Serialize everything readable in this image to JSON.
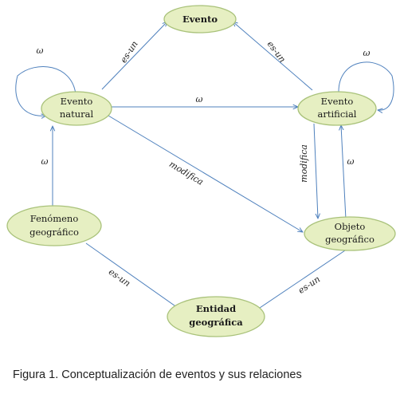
{
  "nodes": {
    "evento": {
      "lines": [
        "Evento"
      ],
      "bold": true
    },
    "evento_natural": {
      "lines": [
        "Evento",
        "natural"
      ],
      "bold": false
    },
    "evento_artificial": {
      "lines": [
        "Evento",
        "artificial"
      ],
      "bold": false
    },
    "fenomeno_geografico": {
      "lines": [
        "Fenómeno",
        "geográfico"
      ],
      "bold": false
    },
    "objeto_geografico": {
      "lines": [
        "Objeto",
        "geográfico"
      ],
      "bold": false
    },
    "entidad_geografica": {
      "lines": [
        "Entidad",
        "geográfica"
      ],
      "bold": true
    }
  },
  "edges": {
    "natural_es_un_evento": {
      "label": "es-un"
    },
    "artificial_es_un_evento": {
      "label": "es-un"
    },
    "natural_self_loop": {
      "label": "ω"
    },
    "artificial_self_loop": {
      "label": "ω"
    },
    "natural_omega_artificial": {
      "label": "ω"
    },
    "fenomeno_omega_natural": {
      "label": "ω"
    },
    "natural_modifica_objeto": {
      "label": "modifica"
    },
    "artificial_modifica_objeto": {
      "label": "modifica"
    },
    "objeto_omega_artificial": {
      "label": "ω"
    },
    "fenomeno_es_un_entidad": {
      "label": "es-un"
    },
    "objeto_es_un_entidad": {
      "label": "es-un"
    }
  },
  "caption": "Figura 1. Conceptualización de eventos y sus relaciones"
}
